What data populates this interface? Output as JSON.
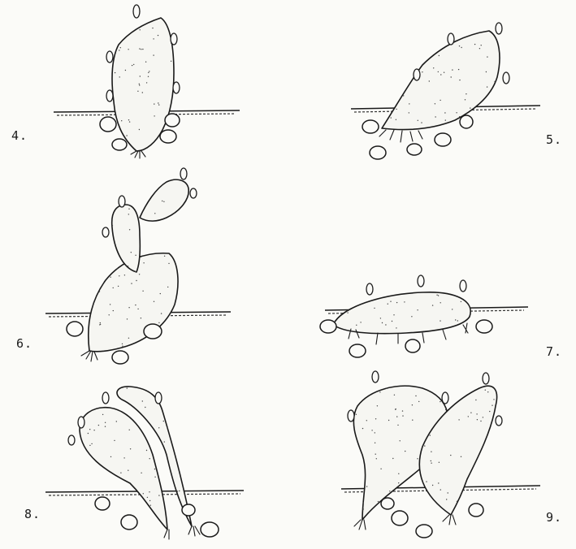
{
  "figures": [
    {
      "id": "4",
      "label": "4."
    },
    {
      "id": "5",
      "label": "5."
    },
    {
      "id": "6",
      "label": "6."
    },
    {
      "id": "7",
      "label": "7."
    },
    {
      "id": "8",
      "label": "8."
    },
    {
      "id": "9",
      "label": "9."
    }
  ]
}
